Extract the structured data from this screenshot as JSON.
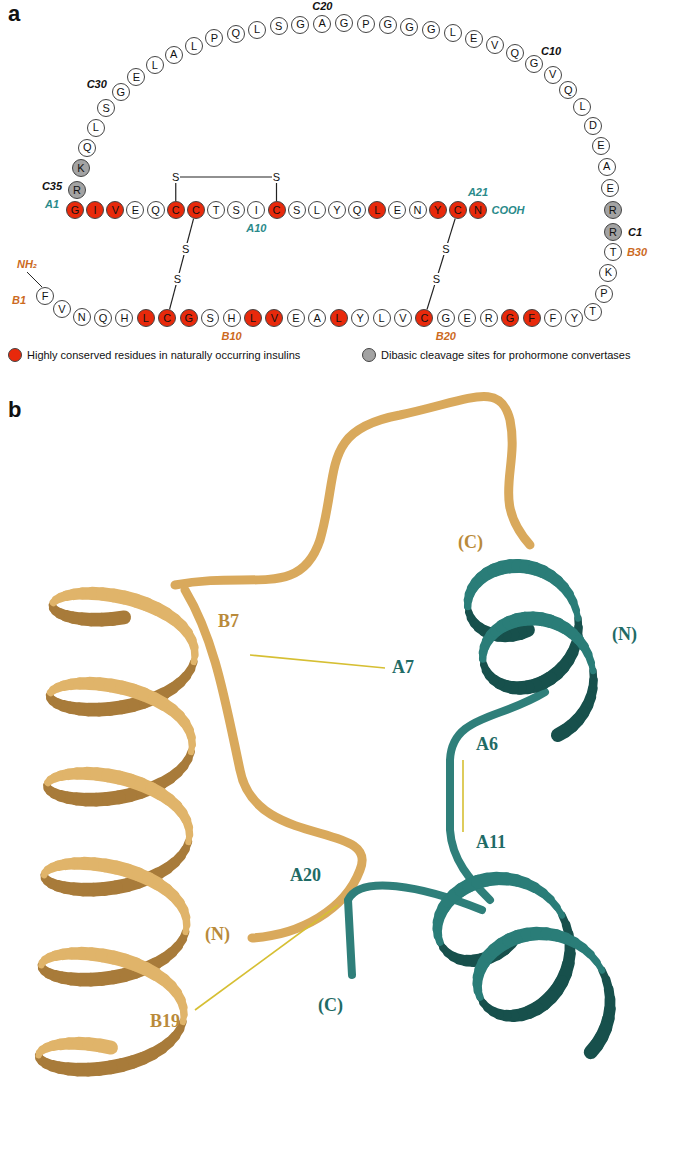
{
  "diagram": {
    "nodes": [
      {
        "text": [
          "F"
        ]
      },
      {
        "text": [
          "V"
        ]
      },
      {
        "text": [
          "N"
        ]
      },
      {
        "text": [
          "Q"
        ]
      },
      {
        "text": [
          "H"
        ]
      },
      {
        "text": [
          "L"
        ]
      },
      {
        "text": [
          "C"
        ]
      },
      {
        "text": [
          "G"
        ]
      },
      {
        "text": [
          "S"
        ]
      },
      {
        "text": [
          "H"
        ]
      },
      {
        "text": [
          "L"
        ]
      },
      {
        "text": [
          "V"
        ]
      },
      {
        "text": [
          "E"
        ]
      },
      {
        "text": [
          "A"
        ]
      },
      {
        "text": [
          "L"
        ]
      },
      {
        "text": [
          "Y"
        ]
      },
      {
        "text": [
          "L"
        ]
      },
      {
        "text": [
          "V"
        ]
      },
      {
        "text": [
          "C"
        ]
      },
      {
        "text": [
          "G"
        ]
      },
      {
        "text": [
          "E"
        ]
      },
      {
        "text": [
          "R"
        ]
      },
      {
        "text": [
          "G"
        ]
      },
      {
        "text": [
          "F"
        ]
      },
      {
        "text": [
          "F"
        ]
      },
      {
        "text": [
          "Y"
        ]
      },
      {
        "text": [
          "T"
        ]
      },
      {
        "text": [
          "P"
        ]
      },
      {
        "text": [
          "K"
        ]
      },
      {
        "text": [
          "T"
        ]
      },
      {
        "text": [
          "R"
        ]
      },
      {
        "text": [
          "R"
        ]
      },
      {
        "text": [
          "E"
        ]
      },
      {
        "text": [
          "A"
        ]
      },
      {
        "text": [
          "E"
        ]
      },
      {
        "text": [
          "D"
        ]
      },
      {
        "text": [
          "L"
        ]
      },
      {
        "text": [
          "Q"
        ]
      },
      {
        "text": [
          "V"
        ]
      },
      {
        "text": [
          "G"
        ]
      },
      {
        "text": [
          "Q"
        ]
      },
      {
        "text": [
          "V"
        ]
      },
      {
        "text": [
          "E"
        ]
      },
      {
        "text": [
          "L"
        ]
      },
      {
        "text": [
          "G"
        ]
      },
      {
        "text": [
          "G"
        ]
      },
      {
        "text": [
          "G"
        ]
      },
      {
        "text": [
          "P"
        ]
      },
      {
        "text": [
          "G"
        ]
      },
      {
        "text": [
          "A"
        ]
      },
      {
        "text": [
          "G"
        ]
      },
      {
        "text": [
          "S"
        ]
      },
      {
        "text": [
          "L"
        ]
      },
      {
        "text": [
          "Q"
        ]
      },
      {
        "text": [
          "P"
        ]
      },
      {
        "text": [
          "L"
        ]
      },
      {
        "text": [
          "A"
        ]
      },
      {
        "text": [
          "L"
        ]
      },
      {
        "text": [
          "E"
        ]
      },
      {
        "text": [
          "G"
        ]
      },
      {
        "text": [
          "S"
        ]
      },
      {
        "text": [
          "L"
        ]
      },
      {
        "text": [
          "Q"
        ]
      },
      {
        "text": [
          "K"
        ]
      },
      {
        "text": [
          "R"
        ]
      },
      {
        "text": [
          "G"
        ]
      },
      {
        "text": [
          "I"
        ]
      },
      {
        "text": [
          "V"
        ]
      },
      {
        "text": [
          "E"
        ]
      },
      {
        "text": [
          "Q"
        ]
      },
      {
        "text": [
          "C"
        ]
      },
      {
        "text": [
          "C"
        ]
      },
      {
        "text": [
          "T"
        ]
      },
      {
        "text": [
          "S"
        ]
      },
      {
        "text": [
          "I"
        ]
      },
      {
        "text": [
          "C"
        ]
      },
      {
        "text": [
          "S"
        ]
      },
      {
        "text": [
          "L"
        ]
      },
      {
        "text": [
          "Y"
        ]
      },
      {
        "text": [
          "Q"
        ]
      },
      {
        "text": [
          "L"
        ]
      },
      {
        "text": [
          "E"
        ]
      },
      {
        "text": [
          "N"
        ]
      },
      {
        "text": [
          "Y"
        ]
      },
      {
        "text": [
          "C"
        ]
      },
      {
        "text": [
          "N"
        ]
      }
    ],
    "edges": [
      {
        "from": 70,
        "to": 75,
        "arrow": "none"
      },
      {
        "from": 71,
        "to": 6,
        "arrow": "none"
      },
      {
        "from": 84,
        "to": 18,
        "arrow": "none"
      }
    ],
    "labels": [
      "a",
      "C20",
      "C10",
      "C30",
      "C35",
      "C1",
      "A1",
      "A10",
      "A21",
      "NH₂",
      "B1",
      "B10",
      "B20",
      "B30",
      "COOH",
      "S",
      "S",
      "S",
      "S",
      "S",
      "S",
      "b",
      "(C)",
      "B7",
      "A7",
      "(N)",
      "A6",
      "A11",
      "A20",
      "(N)",
      "B19",
      "(C)"
    ],
    "legend": [
      {
        "text": "Highly conserved residues in naturally occurring insulins",
        "color": "#e8290b"
      },
      {
        "text": "Dibasic cleavage sites for prohormone convertases",
        "color": "#a3a3a3"
      }
    ]
  }
}
